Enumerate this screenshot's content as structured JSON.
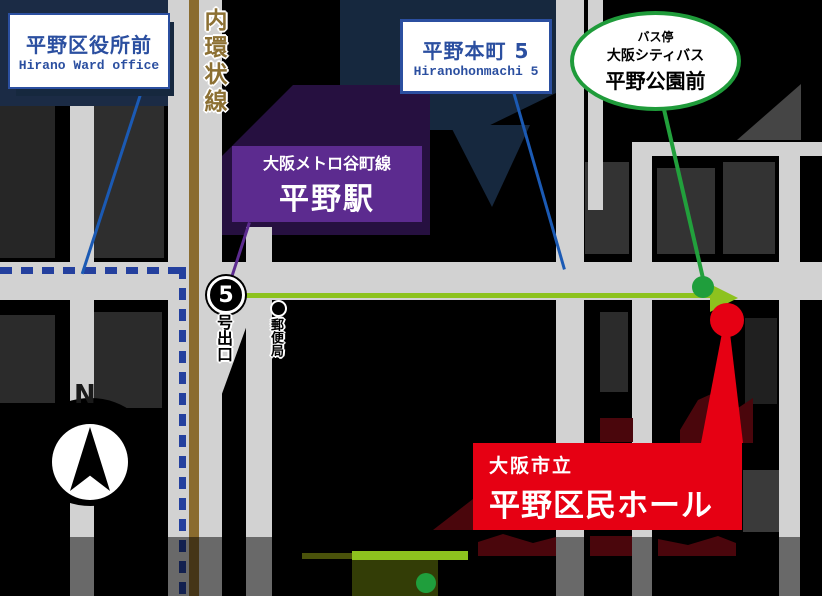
{
  "signs": {
    "ward_office": {
      "ja": "平野区役所前",
      "en": "Hirano Ward office"
    },
    "honmachi": {
      "ja": "平野本町 5",
      "en": "Hiranohonmachi 5"
    },
    "station": {
      "line": "大阪メトロ谷町線",
      "name": "平野駅"
    },
    "bus_stop": {
      "category": "バス停",
      "operator": "大阪シティバス",
      "name": "平野公園前"
    },
    "hall": {
      "org": "大阪市立",
      "name": "平野区民ホール"
    }
  },
  "map": {
    "ring_road_label": "内環状線",
    "exit_number": "5",
    "exit_label": "号出口",
    "post_office_label": "郵便局",
    "compass_north": "N"
  },
  "colors": {
    "marker_red": "#e60013",
    "metro_purple": "#5c2b8f",
    "sign_blue": "#2b4fa0",
    "bus_green": "#1f9b3a",
    "route_green": "#8dc21e",
    "ring_road_brown": "#8a6b2e",
    "subway_navy": "#24409e"
  }
}
